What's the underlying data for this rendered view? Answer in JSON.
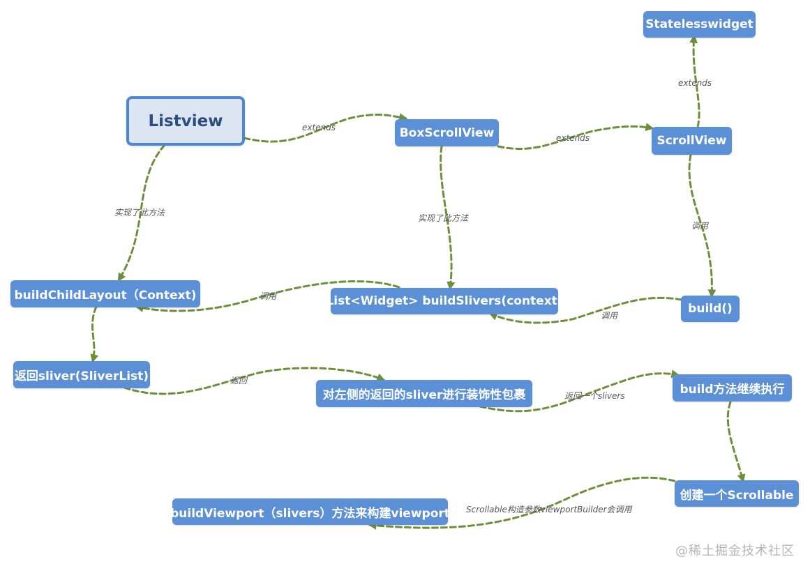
{
  "nodes": {
    "listview": "Listview",
    "boxscrollview": "BoxScrollView",
    "scrollview": "ScrollView",
    "statelesswidget": "Statelesswidget",
    "buildchildlayout": "buildChildLayout（Context)",
    "buildslivers": "List<Widget> buildSlivers(context)",
    "build": "build()",
    "return_sliver": "返回sliver(SliverList)",
    "wrap_sliver": "对左侧的返回的sliver进行装饰性包裹",
    "build_continue": "build方法继续执行",
    "create_scrollable": "创建一个Scrollable",
    "buildviewport": "buildViewport（slivers）方法来构建viewport"
  },
  "edges": {
    "listview_extends": "extends",
    "boxscroll_extends": "extends",
    "scrollview_extends": "extends",
    "listview_impl": "实现了此方法",
    "boxscroll_impl": "实现了此方法",
    "scrollview_call": "调用",
    "slivers_call": "调用",
    "build_call": "调用",
    "return_label": "返回",
    "return_slivers": "返回一个slivers",
    "viewport_call": "Scrollable构造参数viewportBuilder会调用"
  },
  "watermark": "@稀土掘金技术社区",
  "colors": {
    "node": "#5b8fd6",
    "root_fill": "#dce6f3",
    "root_border": "#4d87d4",
    "edge": "#6e8f3a"
  }
}
